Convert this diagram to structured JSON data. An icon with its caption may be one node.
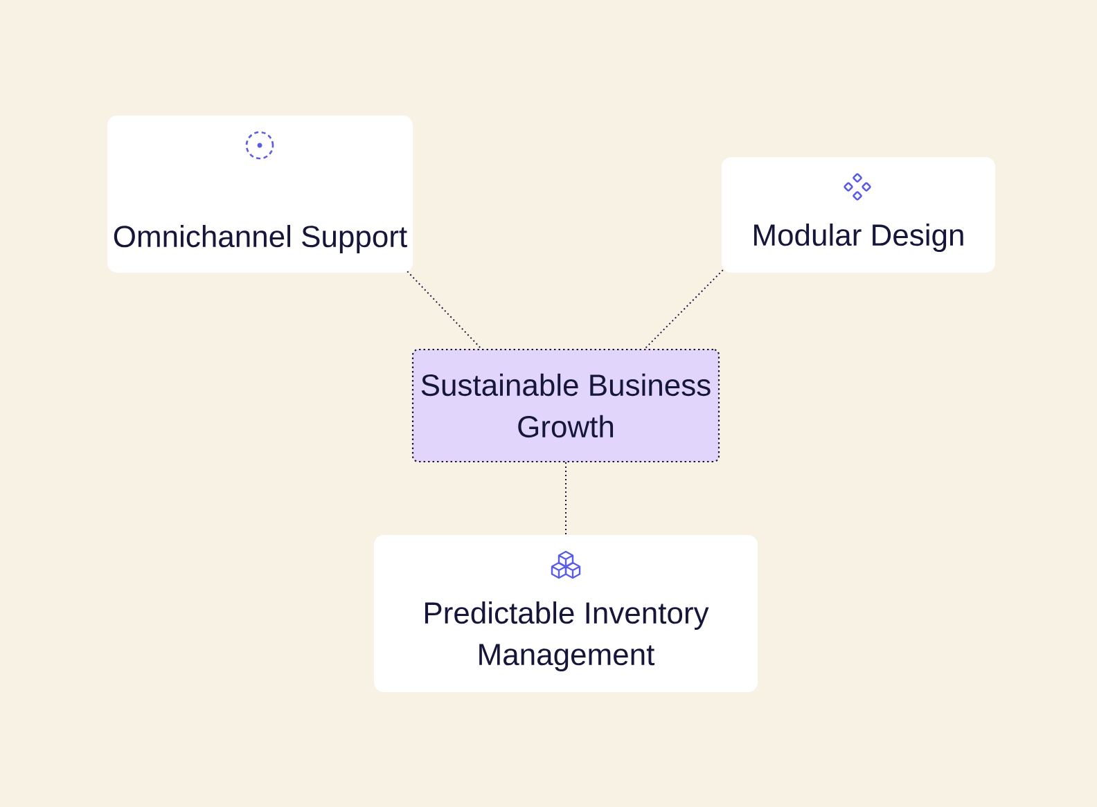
{
  "diagram": {
    "nodes": [
      {
        "text": [
          "Omnichannel Support"
        ]
      },
      {
        "text": [
          "Modular Design"
        ]
      },
      {
        "text": [
          "Sustainable Business Growth"
        ]
      },
      {
        "text": [
          "Predictable Inventory Management"
        ]
      }
    ],
    "edges": [
      {
        "from": 0,
        "to": 2,
        "arrow": "none"
      },
      {
        "from": 1,
        "to": 2,
        "arrow": "none"
      },
      {
        "from": 2,
        "to": 3,
        "arrow": "none"
      }
    ]
  }
}
